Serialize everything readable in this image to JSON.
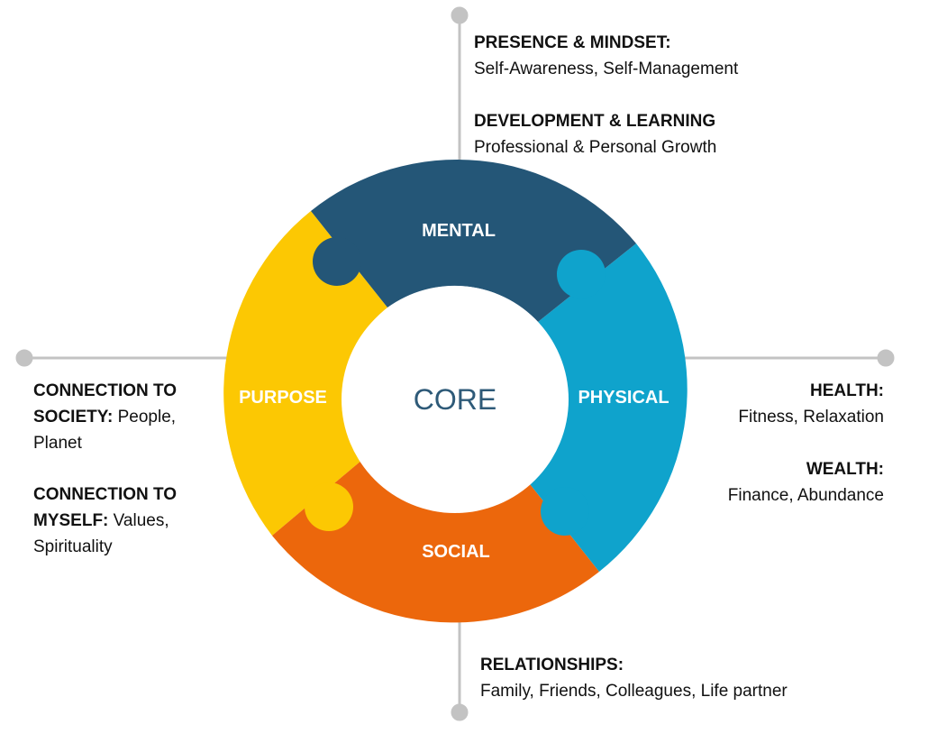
{
  "segments": [
    {
      "id": "mental",
      "label": "MENTAL",
      "color": "#245677"
    },
    {
      "id": "physical",
      "label": "PHYSICAL",
      "color": "#0fa3cc"
    },
    {
      "id": "social",
      "label": "SOCIAL",
      "color": "#ec670c"
    },
    {
      "id": "purpose",
      "label": "PURPOSE",
      "color": "#fcc803"
    }
  ],
  "center": {
    "label": "CORE",
    "color": "#2e5a78"
  },
  "connector_color": "#c3c3c3",
  "mental_notes": [
    {
      "title": "PRESENCE & MINDSET:",
      "text": "Self-Awareness, Self-Management"
    },
    {
      "title": "DEVELOPMENT & LEARNING",
      "text": "Professional & Personal Growth"
    }
  ],
  "physical_notes": [
    {
      "title": "HEALTH:",
      "text": "Fitness, Relaxation"
    },
    {
      "title": "WEALTH:",
      "text": "Finance, Abundance"
    }
  ],
  "social_notes": [
    {
      "title": "RELATIONSHIPS:",
      "text": "Family, Friends, Colleagues, Life partner"
    }
  ],
  "purpose_notes": [
    {
      "title_line1": "CONNECTION TO",
      "title_line2": "SOCIETY:",
      "text_line2": " People,",
      "text_line3": "Planet"
    },
    {
      "title_line1": "CONNECTION TO",
      "title_line2": "MYSELF:",
      "text_line2": " Values,",
      "text_line3": "Spirituality"
    }
  ]
}
